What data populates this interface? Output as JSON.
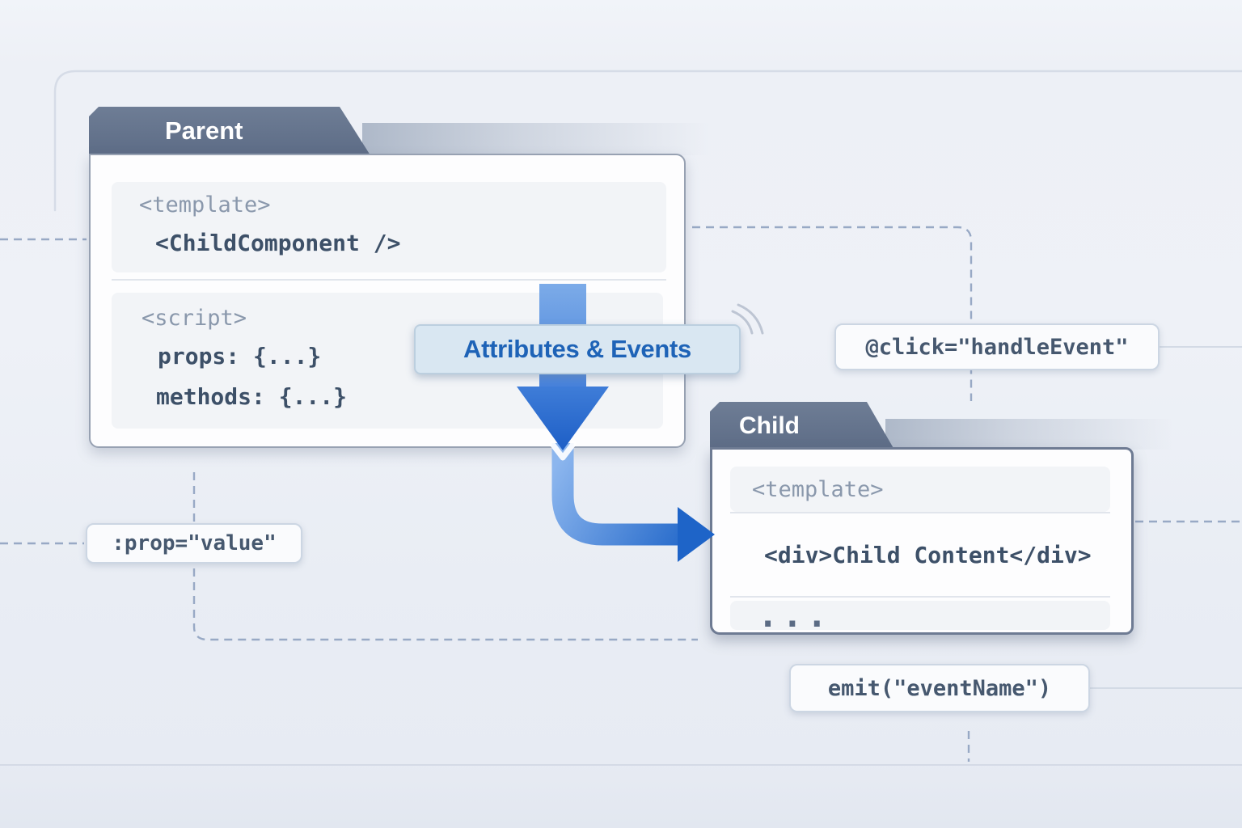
{
  "diagram": {
    "parent": {
      "tab": "Parent",
      "template_block": {
        "tag": "<template>",
        "code": "<ChildComponent />"
      },
      "script_block": {
        "tag": "<script>",
        "line1": "props: {...}",
        "line2": "methods: {...}"
      }
    },
    "child": {
      "tab": "Child",
      "template_block": {
        "tag": "<template>",
        "code": "<div>Child Content</div>"
      },
      "ellipsis": "..."
    },
    "flow": {
      "label": "Attributes & Events"
    },
    "annotations": {
      "click": "@click=\"handleEvent\"",
      "prop": ":prop=\"value\"",
      "emit": "emit(\"eventName\")"
    },
    "colors": {
      "tab_bg": "#5d6c86",
      "arrow_blue": "#2e6fd0",
      "flow_label_bg": "#d9e7f2",
      "flow_label_text": "#1e63b7",
      "code_text": "#3d5068",
      "muted_tag": "#8a98ac",
      "dashed_line": "#98a9c5"
    }
  }
}
